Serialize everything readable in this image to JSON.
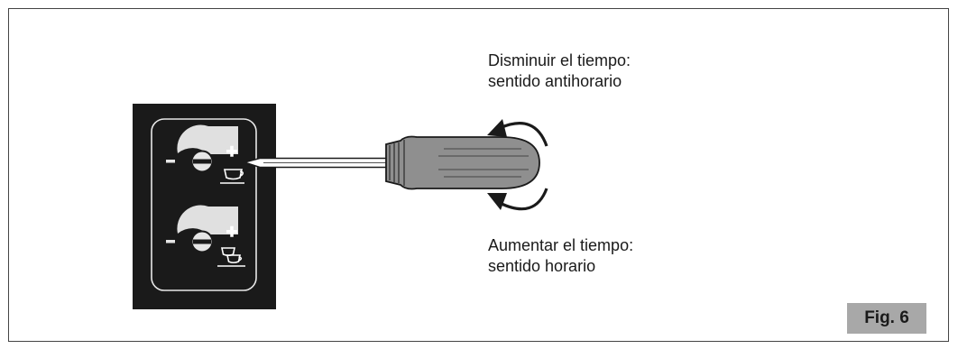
{
  "captions": {
    "decrease_line1": "Disminuir el tiempo:",
    "decrease_line2": "sentido antihorario",
    "increase_line1": "Aumentar el tiempo:",
    "increase_line2": "sentido horario"
  },
  "figure_label": "Fig. 6",
  "icons": {
    "minus": "minus-icon",
    "plus": "plus-icon",
    "single_cup": "single-cup-icon",
    "double_cup": "double-cup-icon",
    "rotation_arrows": "rotation-arrow-icon",
    "screwdriver": "screwdriver-icon"
  },
  "colors": {
    "panel": "#1a1a1a",
    "handle": "#8f8f8f",
    "label_bg": "#a8a8a8"
  }
}
